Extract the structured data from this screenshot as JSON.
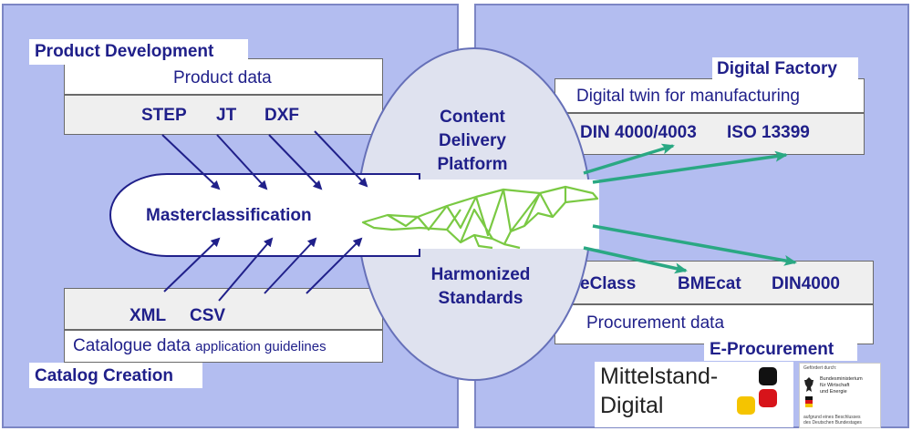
{
  "left": {
    "product_development": {
      "heading": "Product Development",
      "title": "Product data",
      "formats": [
        "STEP",
        "JT",
        "DXF"
      ]
    },
    "catalog_creation": {
      "heading": "Catalog Creation",
      "formats": [
        "XML",
        "CSV"
      ],
      "title": "Catalogue data",
      "title_suffix": "application guidelines"
    },
    "masterclassification": "Masterclassification"
  },
  "center": {
    "top_text": [
      "Content",
      "Delivery",
      "Platform"
    ],
    "bottom_text": [
      "Harmonized",
      "Standards"
    ]
  },
  "right": {
    "digital_factory": {
      "heading": "Digital Factory",
      "title": "Digital twin for manufacturing",
      "standards": [
        "DIN 4000/4003",
        "ISO 13399"
      ]
    },
    "e_procurement": {
      "heading": "E-Procurement",
      "standards": [
        "eClass",
        "BMEcat",
        "DIN4000"
      ],
      "title": "Procurement data"
    }
  },
  "logos": {
    "mittelstand": [
      "Mittelstand-",
      "Digital"
    ],
    "ministry": {
      "top": "Gefördert durch:",
      "name": [
        "Bundesministerium",
        "für Wirtschaft",
        "und Energie"
      ],
      "bottom": [
        "aufgrund eines Beschlusses",
        "des Deutschen Bundestages"
      ]
    }
  },
  "colors": {
    "panel": "#b3bdf0",
    "text": "#20208a",
    "arrow_navy": "#20208a",
    "arrow_teal": "#2aa883",
    "crocodile": "#7ac943"
  }
}
